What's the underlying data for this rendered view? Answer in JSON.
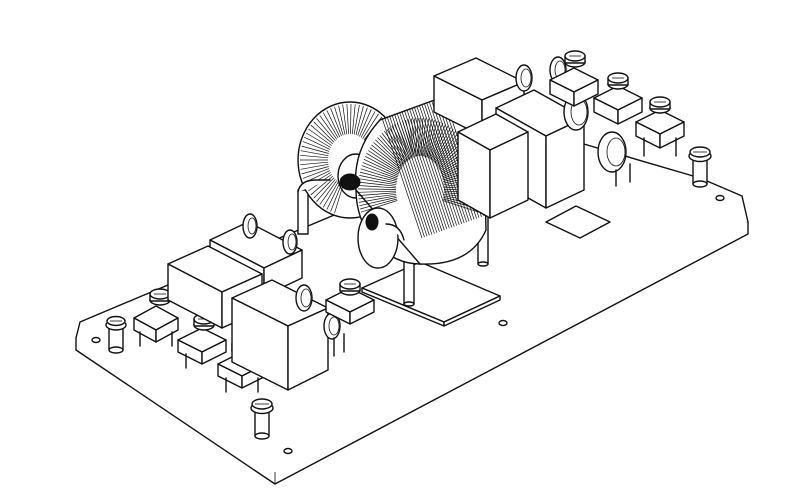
{
  "figure": {
    "subject": "emi-filter-board-isometric",
    "line_color": "#111111",
    "fill_color": "#ffffff",
    "background": "#ffffff",
    "has_text": false
  },
  "parts": {
    "board": "pcb-base-plate",
    "choke": "toroidal-common-mode-choke",
    "capacitors_box": 6,
    "terminals": 7,
    "disc_capacitors": 8,
    "mounting_screws": 4
  }
}
